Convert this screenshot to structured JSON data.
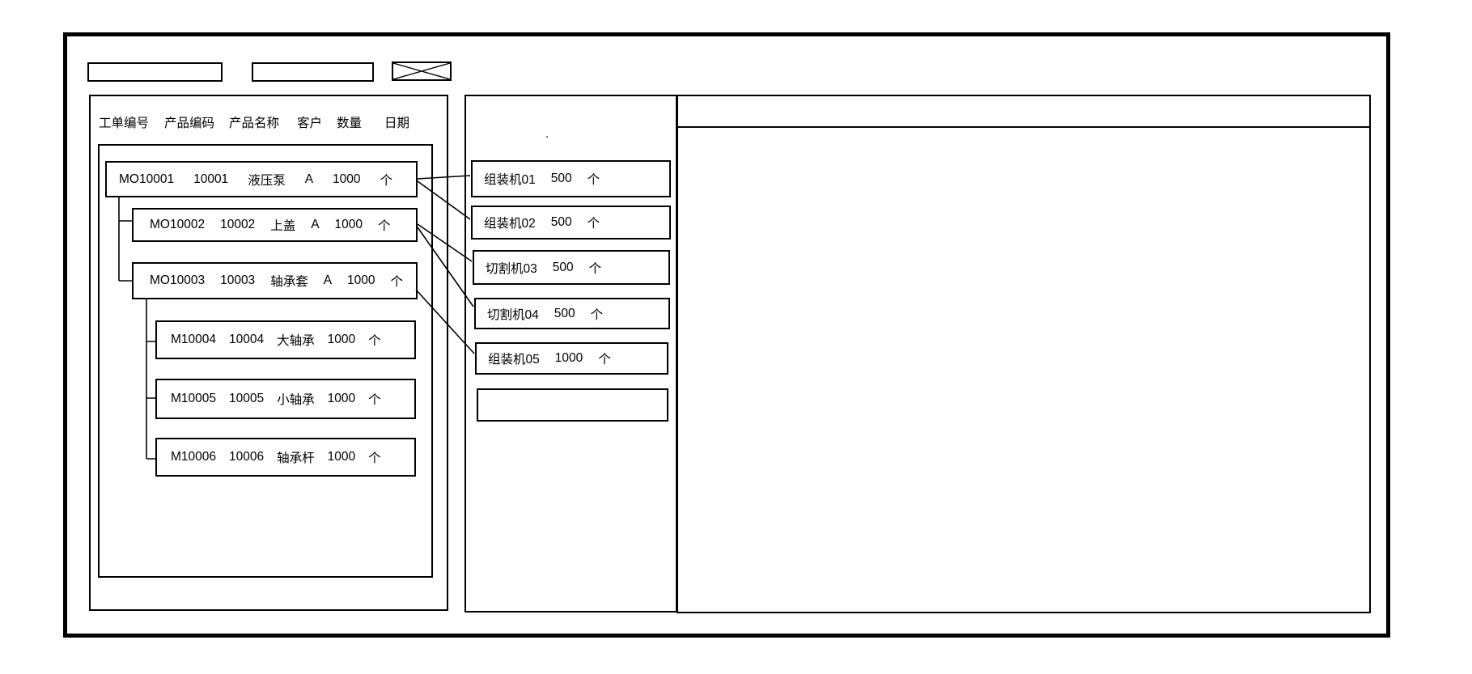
{
  "toolbar": {
    "field1_value": "",
    "field2_value": "",
    "image_placeholder": "x-crossed-box"
  },
  "left_panel": {
    "headers": [
      "工单编号",
      "产品编码",
      "产品名称",
      "客户",
      "数量",
      "日期"
    ],
    "work_orders": [
      {
        "order_no": "MO10001",
        "product_code": "10001",
        "product_name": "液压泵",
        "customer": "A",
        "qty": "1000",
        "unit": "个"
      },
      {
        "order_no": "MO10002",
        "product_code": "10002",
        "product_name": "上盖",
        "customer": "A",
        "qty": "1000",
        "unit": "个"
      },
      {
        "order_no": "MO10003",
        "product_code": "10003",
        "product_name": "轴承套",
        "customer": "A",
        "qty": "1000",
        "unit": "个"
      },
      {
        "order_no": "M10004",
        "product_code": "10004",
        "product_name": "大轴承",
        "customer": "",
        "qty": "1000",
        "unit": "个"
      },
      {
        "order_no": "M10005",
        "product_code": "10005",
        "product_name": "小轴承",
        "customer": "",
        "qty": "1000",
        "unit": "个"
      },
      {
        "order_no": "M10006",
        "product_code": "10006",
        "product_name": "轴承杆",
        "customer": "",
        "qty": "1000",
        "unit": "个"
      }
    ]
  },
  "machine_panel": {
    "dot": ".",
    "machines": [
      {
        "name": "组装机01",
        "qty": "500",
        "unit": "个"
      },
      {
        "name": "组装机02",
        "qty": "500",
        "unit": "个"
      },
      {
        "name": "切割机03",
        "qty": "500",
        "unit": "个"
      },
      {
        "name": "切割机04",
        "qty": "500",
        "unit": "个"
      },
      {
        "name": "组装机05",
        "qty": "1000",
        "unit": "个"
      },
      {
        "name": "",
        "qty": "",
        "unit": ""
      }
    ]
  },
  "connections": [
    {
      "from": "MO10001",
      "to": "组装机01"
    },
    {
      "from": "MO10001",
      "to": "组装机02"
    },
    {
      "from": "MO10002",
      "to": "切割机03"
    },
    {
      "from": "MO10002",
      "to": "切割机04"
    },
    {
      "from": "MO10003",
      "to": "组装机05"
    }
  ],
  "colors": {
    "line": "#000000",
    "background": "#ffffff"
  }
}
